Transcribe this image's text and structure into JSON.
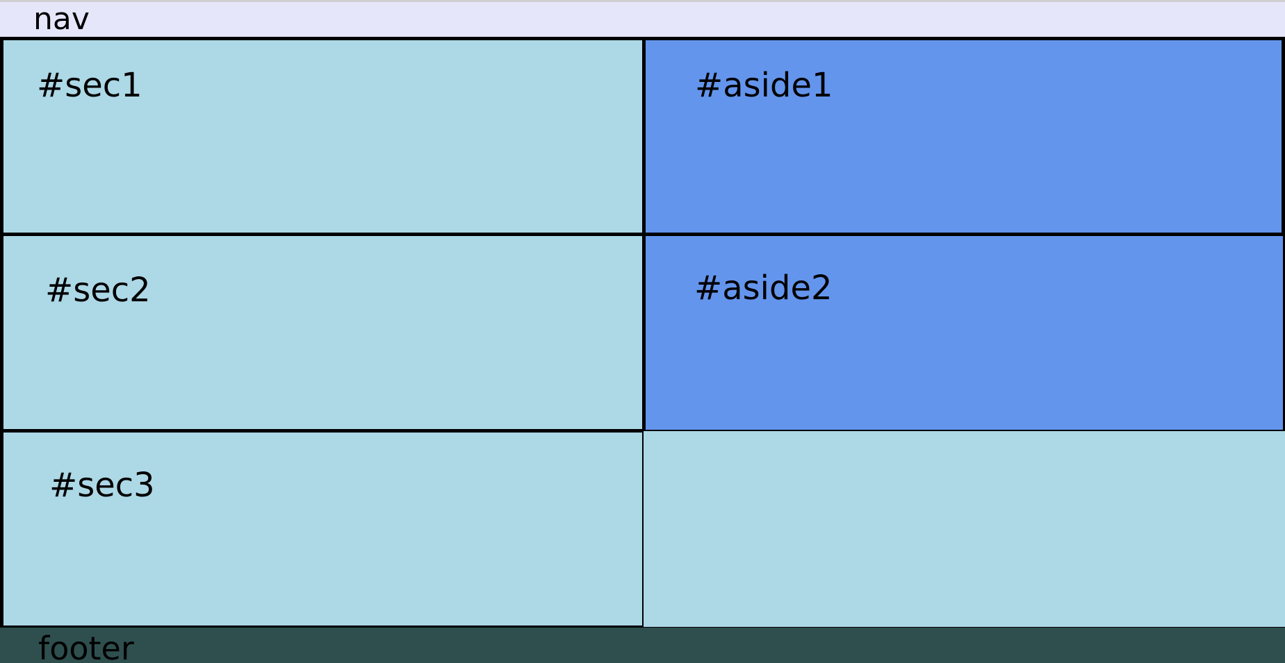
{
  "nav": {
    "label": "nav"
  },
  "sections": {
    "sec1": "#sec1",
    "sec2": "#sec2",
    "sec3": "#sec3"
  },
  "asides": {
    "aside1": "#aside1",
    "aside2": "#aside2"
  },
  "footer": {
    "label": "footer"
  },
  "colors": {
    "nav_bg": "#e6e6fa",
    "section_bg": "#add8e6",
    "aside_bg": "#6495ed",
    "footer_bg": "#2f4f4f",
    "border": "#000000"
  }
}
